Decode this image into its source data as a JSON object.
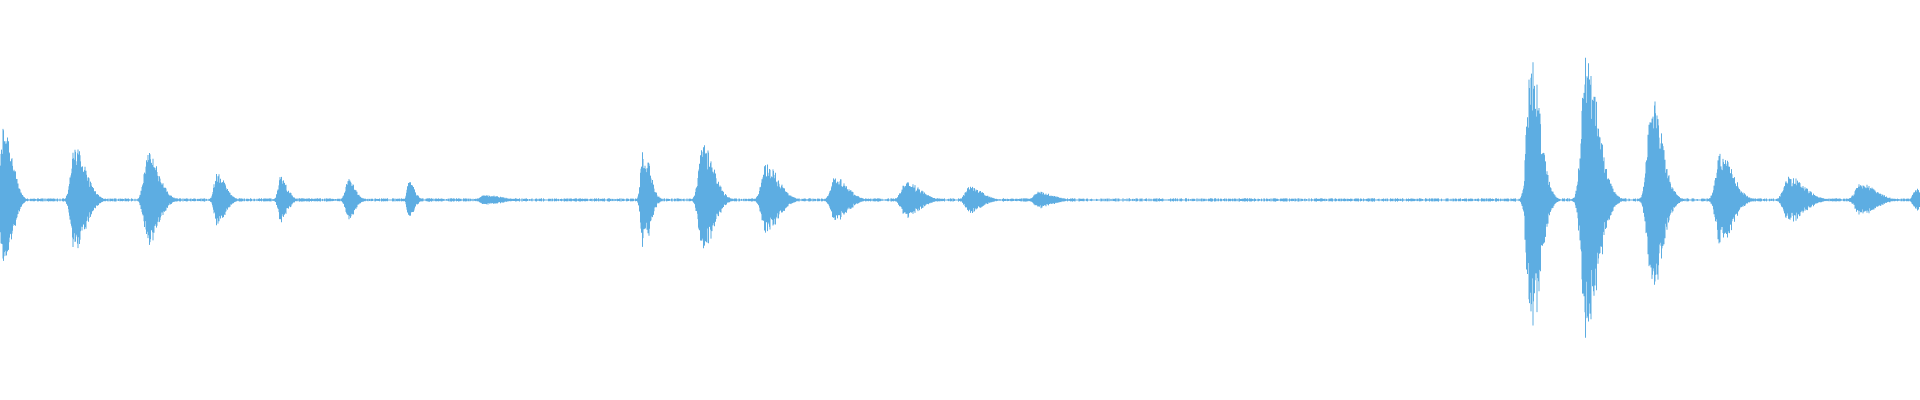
{
  "waveform": {
    "color": "#5DADE2",
    "background": "#ffffff",
    "bursts": [
      {
        "t": 0.002,
        "amp": 0.47,
        "width": 0.006
      },
      {
        "t": 0.039,
        "amp": 0.32,
        "width": 0.008
      },
      {
        "t": 0.077,
        "amp": 0.28,
        "width": 0.008
      },
      {
        "t": 0.113,
        "amp": 0.16,
        "width": 0.006
      },
      {
        "t": 0.146,
        "amp": 0.14,
        "width": 0.005
      },
      {
        "t": 0.181,
        "amp": 0.13,
        "width": 0.005
      },
      {
        "t": 0.213,
        "amp": 0.11,
        "width": 0.004
      },
      {
        "t": 0.253,
        "amp": 0.03,
        "width": 0.012
      },
      {
        "t": 0.335,
        "amp": 0.31,
        "width": 0.005
      },
      {
        "t": 0.366,
        "amp": 0.33,
        "width": 0.008
      },
      {
        "t": 0.399,
        "amp": 0.22,
        "width": 0.009
      },
      {
        "t": 0.435,
        "amp": 0.14,
        "width": 0.009
      },
      {
        "t": 0.472,
        "amp": 0.11,
        "width": 0.01
      },
      {
        "t": 0.505,
        "amp": 0.08,
        "width": 0.009
      },
      {
        "t": 0.541,
        "amp": 0.05,
        "width": 0.01
      },
      {
        "t": 0.797,
        "amp": 0.88,
        "width": 0.007
      },
      {
        "t": 0.826,
        "amp": 0.85,
        "width": 0.009
      },
      {
        "t": 0.86,
        "amp": 0.62,
        "width": 0.008
      },
      {
        "t": 0.896,
        "amp": 0.28,
        "width": 0.009
      },
      {
        "t": 0.932,
        "amp": 0.14,
        "width": 0.011
      },
      {
        "t": 0.969,
        "amp": 0.1,
        "width": 0.011
      },
      {
        "t": 0.998,
        "amp": 0.07,
        "width": 0.006
      }
    ],
    "noise_floor": 0.01
  }
}
